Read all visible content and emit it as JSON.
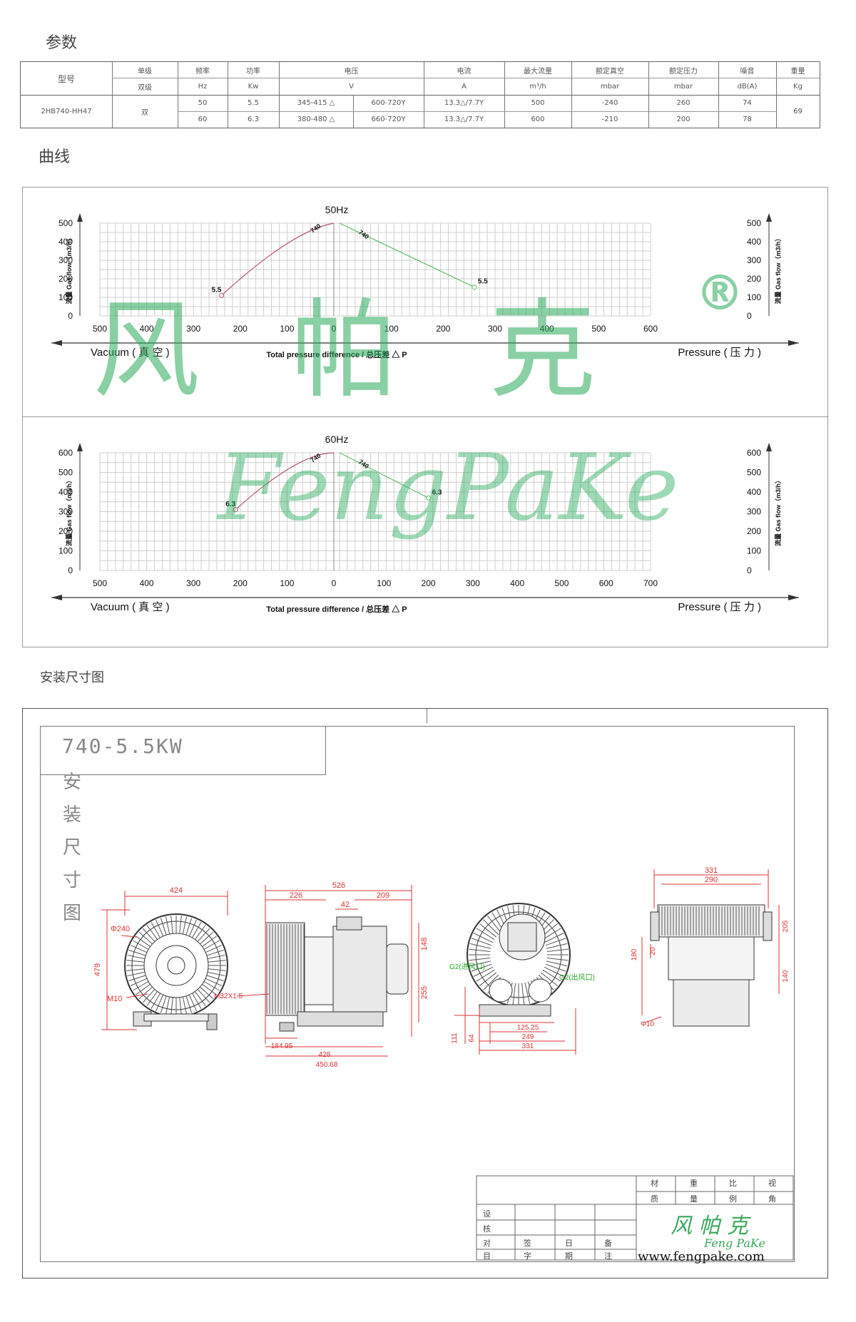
{
  "sections": {
    "params": "参数",
    "curves": "曲线",
    "install": "安装尺寸图"
  },
  "spec_table": {
    "model_header": "型号",
    "headers": [
      "单级",
      "频率",
      "功率",
      "电压",
      "电流",
      "最大流量",
      "额定真空",
      "额定压力",
      "噪音",
      "重量"
    ],
    "units": [
      "双级",
      "Hz",
      "Kw",
      "V",
      "A",
      "m³/h",
      "mbar",
      "mbar",
      "dB(A)",
      "Kg"
    ],
    "model": "2HB740-HH47",
    "stage": "双",
    "weight": "69",
    "rows": [
      {
        "hz": "50",
        "kw": "5.5",
        "v1": "345-415 △",
        "v2": "600-720Y",
        "a": "13.3△/7.7Y",
        "flow": "500",
        "vac": "-240",
        "press": "260",
        "noise": "74"
      },
      {
        "hz": "60",
        "kw": "6.3",
        "v1": "380-480 △",
        "v2": "660-720Y",
        "a": "13.3△/7.7Y",
        "flow": "600",
        "vac": "-210",
        "press": "200",
        "noise": "78"
      }
    ]
  },
  "chart_data": [
    {
      "type": "line",
      "title": "50Hz",
      "ylabel": "流量 Gas flow（m3/h）",
      "xlabel": "Total pressure difference / 总压差 △ P",
      "left_label": "Vacuum ( 真 空 )",
      "right_label": "Pressure ( 压 力 )",
      "vacuum_ticks": [
        "500",
        "400",
        "300",
        "200",
        "100",
        "0"
      ],
      "pressure_ticks": [
        "100",
        "200",
        "300",
        "400",
        "500",
        "600"
      ],
      "y_ticks": [
        "500",
        "400",
        "300",
        "200",
        "100",
        "0"
      ],
      "ylim": [
        0,
        500
      ],
      "vacuum_max": 500,
      "pressure_max": 600,
      "series": [
        {
          "name": "740",
          "side": "vacuum",
          "color": "#b5566a",
          "label": "5.5",
          "points": [
            [
              0,
              500
            ],
            [
              240,
              110
            ]
          ]
        },
        {
          "name": "740",
          "side": "pressure",
          "color": "#5cbf6a",
          "label": "5.5",
          "points": [
            [
              0,
              500
            ],
            [
              260,
              155
            ]
          ]
        }
      ]
    },
    {
      "type": "line",
      "title": "60Hz",
      "ylabel": "流量 Gas flow（m3/h）",
      "xlabel": "Total pressure difference / 总压差 △ P",
      "left_label": "Vacuum ( 真 空 )",
      "right_label": "Pressure ( 压 力 )",
      "vacuum_ticks": [
        "500",
        "400",
        "300",
        "200",
        "100",
        "0"
      ],
      "pressure_ticks": [
        "100",
        "200",
        "300",
        "400",
        "500",
        "600",
        "700"
      ],
      "y_ticks": [
        "600",
        "500",
        "400",
        "300",
        "200",
        "100",
        "0"
      ],
      "ylim": [
        0,
        600
      ],
      "vacuum_max": 500,
      "pressure_max": 700,
      "series": [
        {
          "name": "740",
          "side": "vacuum",
          "color": "#b5566a",
          "label": "6.3",
          "points": [
            [
              0,
              600
            ],
            [
              210,
              310
            ]
          ]
        },
        {
          "name": "740",
          "side": "pressure",
          "color": "#5cbf6a",
          "label": "6.3",
          "points": [
            [
              0,
              600
            ],
            [
              200,
              370
            ]
          ]
        }
      ]
    }
  ],
  "watermark": {
    "cn": "风 帕 克",
    "en": "FengPaKe",
    "reg": "®"
  },
  "drawing": {
    "title": "740-5.5KW",
    "vertical_label": [
      "安",
      "装",
      "尺",
      "寸",
      "图"
    ],
    "dims_front": [
      "424",
      "Φ240",
      "479",
      "M10"
    ],
    "dims_side": [
      "526",
      "226",
      "209",
      "42",
      "148",
      "255",
      "M32X1.5",
      "184.95",
      "428",
      "450.68"
    ],
    "dims_back": [
      "G2(进风口)",
      "G2(出风口)",
      "125.25",
      "249",
      "331",
      "111",
      "64"
    ],
    "dims_top": [
      "331",
      "290",
      "205",
      "180",
      "20",
      "140",
      "Φ10"
    ],
    "title_block": {
      "row1": [
        "材",
        "重",
        "比",
        "视"
      ],
      "row2": [
        "质",
        "量",
        "例",
        "角"
      ],
      "left_col": [
        "设",
        "核",
        "对"
      ],
      "bottom": [
        "目",
        "字",
        "期",
        "注"
      ],
      "mid": [
        "签",
        "日",
        "备"
      ],
      "logo_cn": "风 帕 克",
      "logo_en": "Feng PaKe",
      "website": "www.fengpake.com"
    }
  }
}
